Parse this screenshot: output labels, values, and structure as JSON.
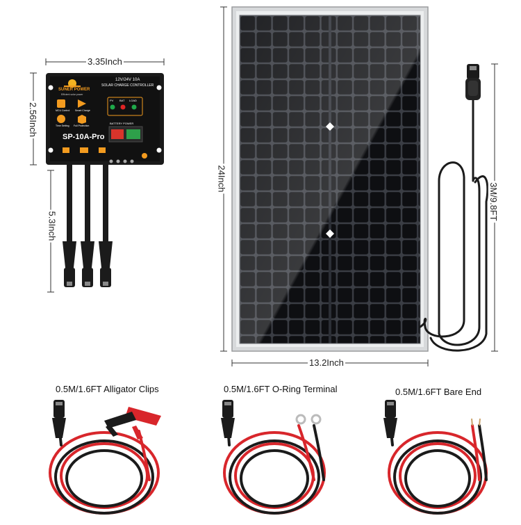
{
  "dimensions": {
    "controller_width": "3.35Inch",
    "controller_height": "2.56Inch",
    "controller_cable": "5.3Inch",
    "panel_height": "24Inch",
    "panel_width": "13.2Inch",
    "panel_cable": "3M/9.8FT"
  },
  "controller": {
    "brand": "SUNER POWER",
    "tagline": "Efficient solar power",
    "rating": "12V/24V 10A",
    "subtitle": "SOLAR CHARGE CONTROLLER",
    "model": "SP-10A-Pro",
    "indicators": [
      "PV",
      "BAT",
      "LOAD"
    ],
    "battery_label": "BATTERY POWER",
    "features": [
      "MCU Control",
      "Smart Charge",
      "Time Setting",
      "Full Protection"
    ]
  },
  "accessories": [
    {
      "label": "0.5M/1.6FT Alligator Clips",
      "icon": "alligator-clips"
    },
    {
      "label": "0.5M/1.6FT O-Ring Terminal",
      "icon": "o-ring-terminal"
    },
    {
      "label": "0.5M/1.6FT Bare End",
      "icon": "bare-end"
    }
  ],
  "colors": {
    "panel_frame": "#c9cbcd",
    "cell": "#0d0d0f",
    "controller_body": "#1a1a1a",
    "cable_red": "#d8262b",
    "cable_black": "#1b1b1b",
    "accent_orange": "#f39b1f"
  }
}
